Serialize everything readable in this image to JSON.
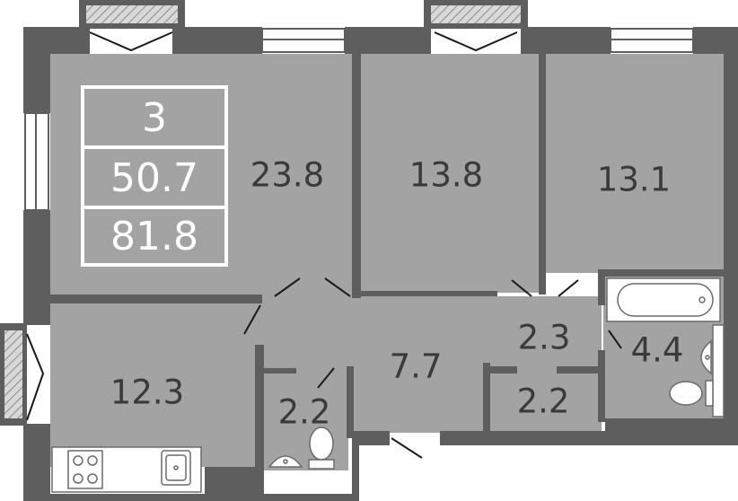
{
  "colors": {
    "room_fill": "#a3a3a3",
    "wall": "#5e5e5e",
    "window": "#ffffff",
    "label_text": "#3a3a3a",
    "info_box_text": "#ffffff"
  },
  "info_box": {
    "rooms_count": "3",
    "living_area": "50.7",
    "total_area": "81.8"
  },
  "rooms": {
    "living_room": "23.8",
    "bedroom_middle": "13.8",
    "bedroom_right": "13.1",
    "kitchen": "12.3",
    "hallway": "7.7",
    "toilet": "2.2",
    "storage": "2.2",
    "corridor": "2.3",
    "bathroom": "4.4"
  }
}
